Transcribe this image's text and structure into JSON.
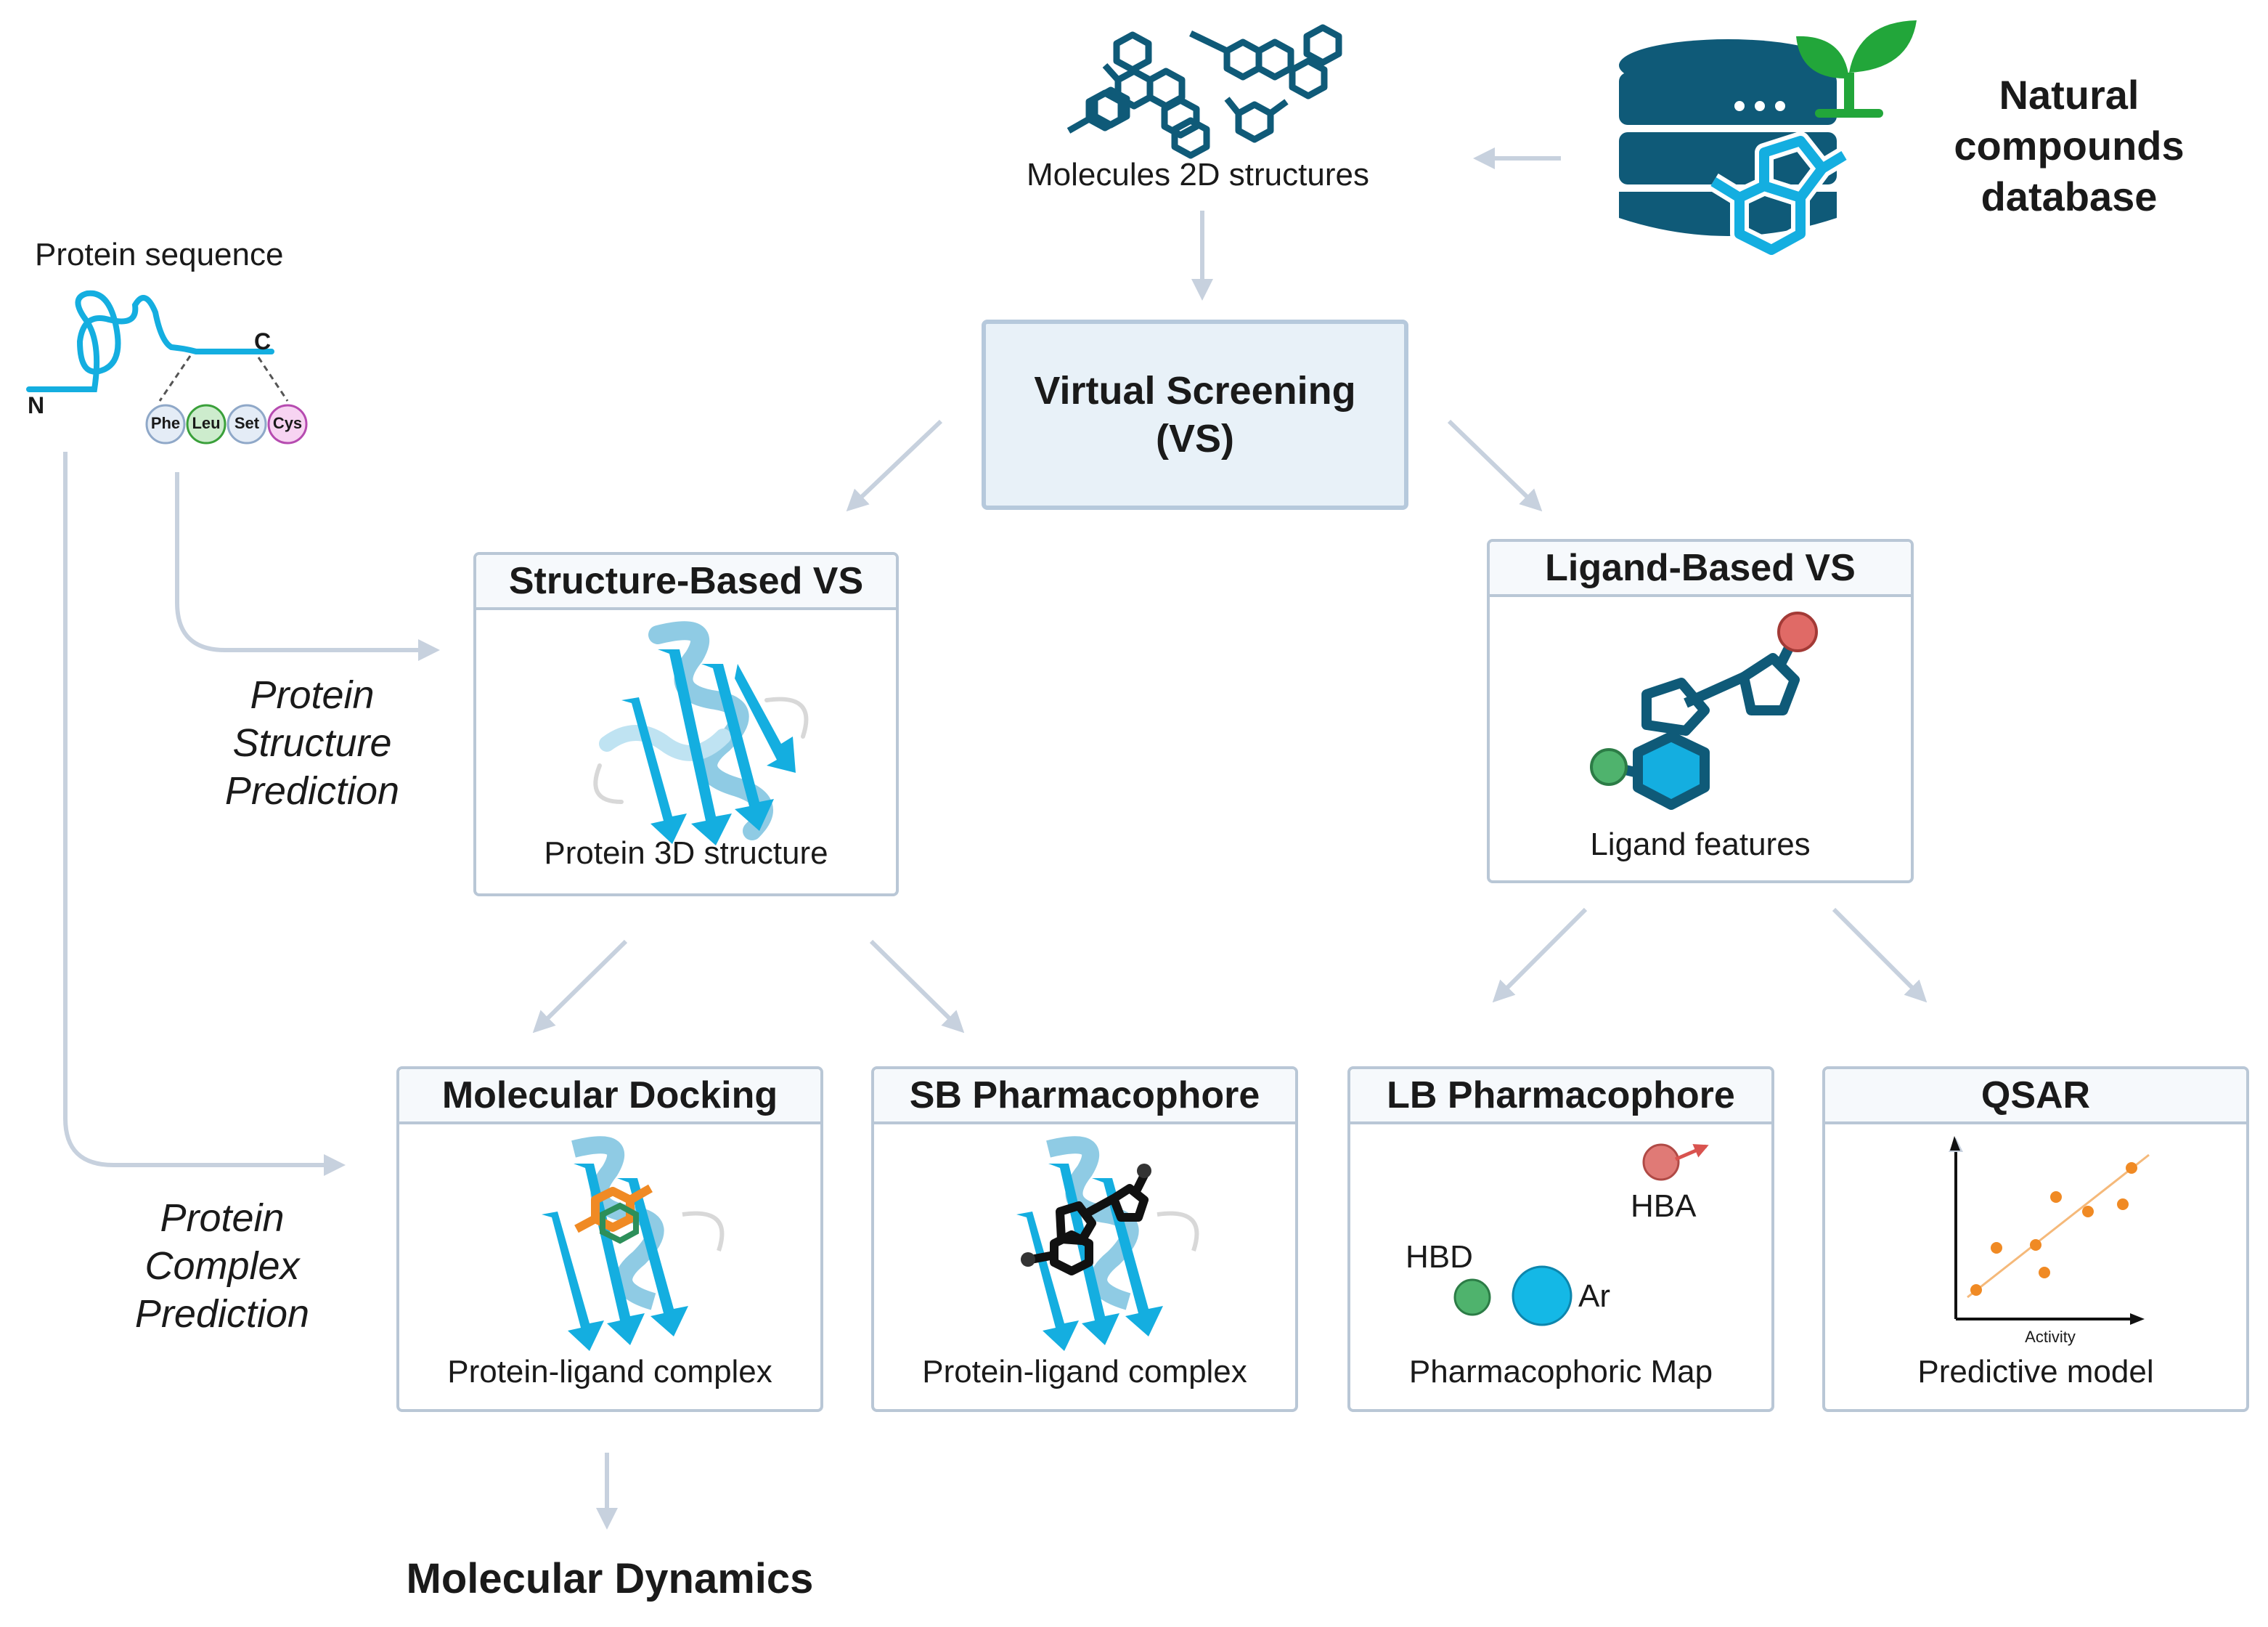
{
  "top": {
    "molecules_label": "Molecules 2D structures",
    "database_label_1": "Natural",
    "database_label_2": "compounds",
    "database_label_3": "database"
  },
  "protein_sequence": {
    "label": "Protein sequence",
    "n_terminus": "N",
    "c_terminus": "C",
    "residues": [
      "Phe",
      "Leu",
      "Set",
      "Cys"
    ]
  },
  "virtual_screening": {
    "line1": "Virtual Screening",
    "line2": "(VS)"
  },
  "structure_based": {
    "title": "Structure-Based VS",
    "caption": "Protein 3D structure"
  },
  "ligand_based": {
    "title": "Ligand-Based VS",
    "caption": "Ligand features"
  },
  "side_labels": {
    "structure_prediction": [
      "Protein",
      "Structure",
      "Prediction"
    ],
    "complex_prediction": [
      "Protein",
      "Complex",
      "Prediction"
    ]
  },
  "methods": {
    "docking": {
      "title": "Molecular Docking",
      "caption": "Protein-ligand complex"
    },
    "sb_pharmacophore": {
      "title": "SB Pharmacophore",
      "caption": "Protein-ligand complex"
    },
    "lb_pharmacophore": {
      "title": "LB Pharmacophore",
      "caption": "Pharmacophoric Map",
      "hba": "HBA",
      "hbd": "HBD",
      "ar": "Ar"
    },
    "qsar": {
      "title": "QSAR",
      "caption": "Predictive model",
      "axis_label": "Activity"
    }
  },
  "bottom": {
    "molecular_dynamics": "Molecular Dynamics"
  },
  "colors": {
    "arrow": "#c7d1de",
    "molecule": "#0f5a78",
    "protein": "#14aee0",
    "plant": "#22a63a",
    "box_border": "#b9c7d6"
  }
}
